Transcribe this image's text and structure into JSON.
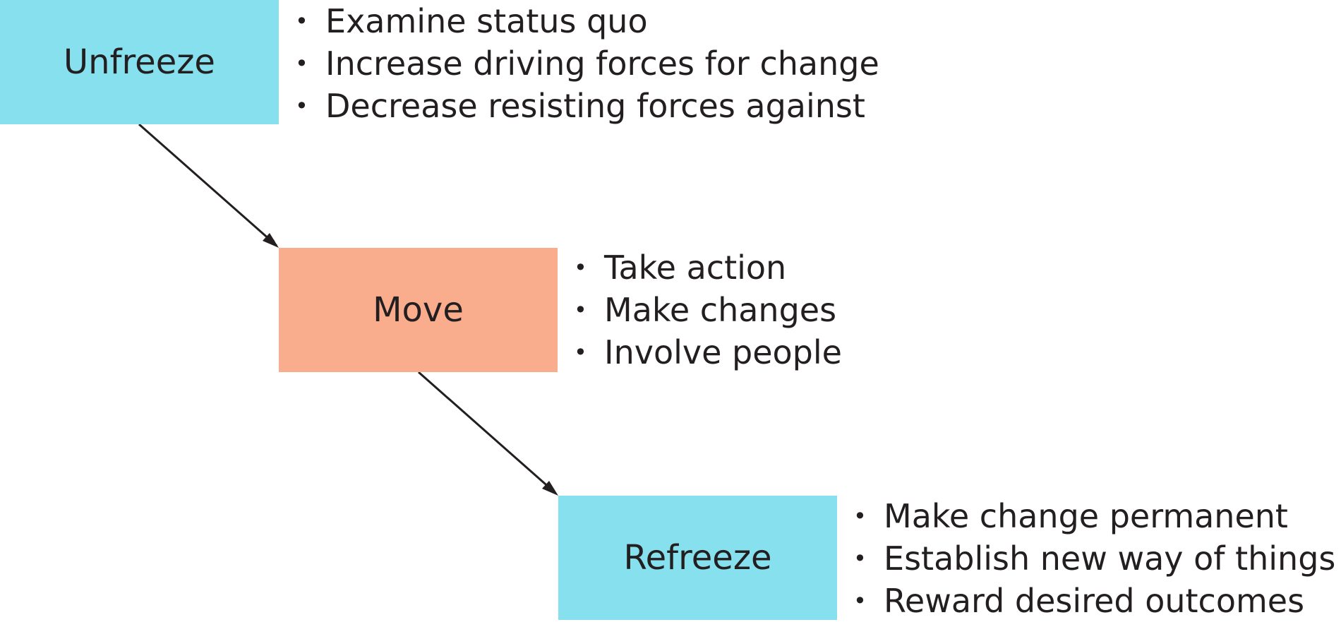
{
  "colors": {
    "stage_blue": "#86e0ed",
    "stage_orange": "#f9ad8d",
    "text": "#231f20",
    "arrow": "#231f20"
  },
  "stages": [
    {
      "label": "Unfreeze",
      "bullets": [
        "Examine status quo",
        "Increase driving forces for change",
        "Decrease resisting forces against"
      ]
    },
    {
      "label": "Move",
      "bullets": [
        "Take action",
        "Make changes",
        "Involve people"
      ]
    },
    {
      "label": "Refreeze",
      "bullets": [
        "Make change permanent",
        "Establish new way of things",
        "Reward desired outcomes"
      ]
    }
  ]
}
